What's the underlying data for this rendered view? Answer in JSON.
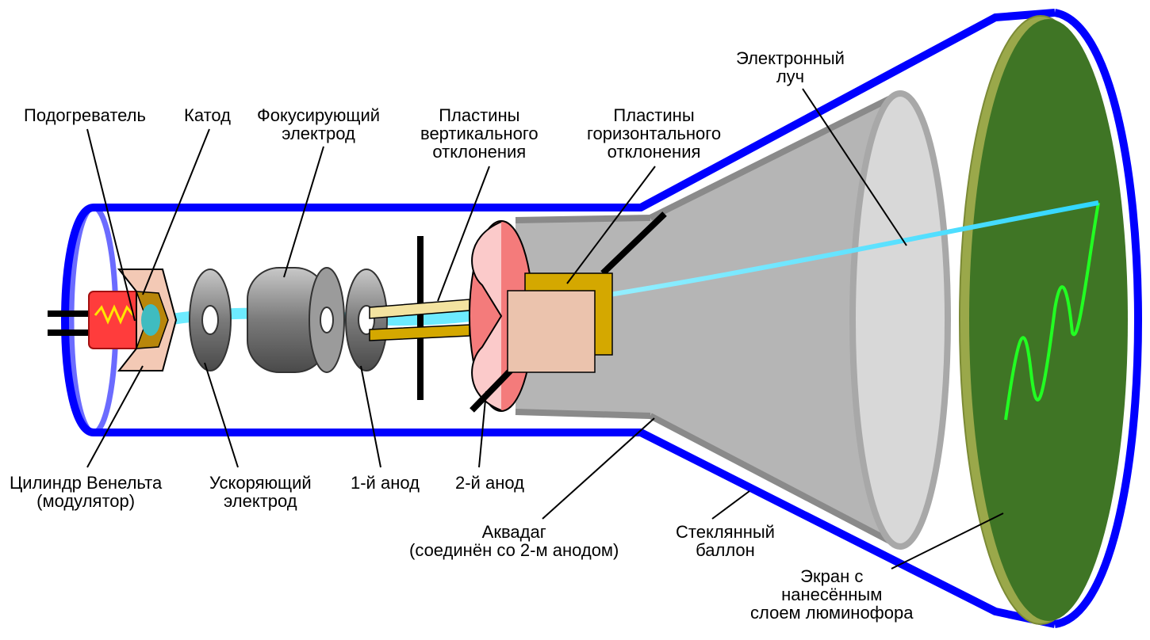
{
  "colors": {
    "glass_outline": "#0000ff",
    "glass_inner_rim": "#6b6bff",
    "aquadag": "#aaaaaa",
    "electrode_gray": "#8c8c8c",
    "heater": "#ff3c3c",
    "cathode_cap": "#f3c9b5",
    "wehnelt_olive": "#b8860b",
    "plate_gold": "#d4a800",
    "plate_pale": "#f3e3a0",
    "screen_green": "#3f7525",
    "screen_rim": "#9aa84a",
    "beam": "#54e8ff",
    "trace": "#22ff22",
    "anode2": "#f47b7b"
  },
  "labels": {
    "heater": "Подогреватель",
    "cathode": "Катод",
    "focusing": [
      "Фокусирующий",
      "электрод"
    ],
    "vertical_plates": [
      "Пластины",
      "вертикального",
      "отклонения"
    ],
    "horizontal_plates": [
      "Пластины",
      "горизонтального",
      "отклонения"
    ],
    "beam": [
      "Электронный",
      "луч"
    ],
    "wehnelt": [
      "Цилиндр Венельта",
      "(модулятор)"
    ],
    "accelerating": [
      "Ускоряющий",
      "электрод"
    ],
    "anode1": "1-й анод",
    "anode2": "2-й анод",
    "aquadag": [
      "Аквадаг",
      "(соединён со 2-м анодом)"
    ],
    "glass_bulb": [
      "Стеклянный",
      "баллон"
    ],
    "screen": [
      "Экран с",
      "нанесённым",
      "слоем люминофора"
    ]
  },
  "icons": {
    "tube": "crt-tube-icon",
    "gun": "electron-gun-icon"
  }
}
